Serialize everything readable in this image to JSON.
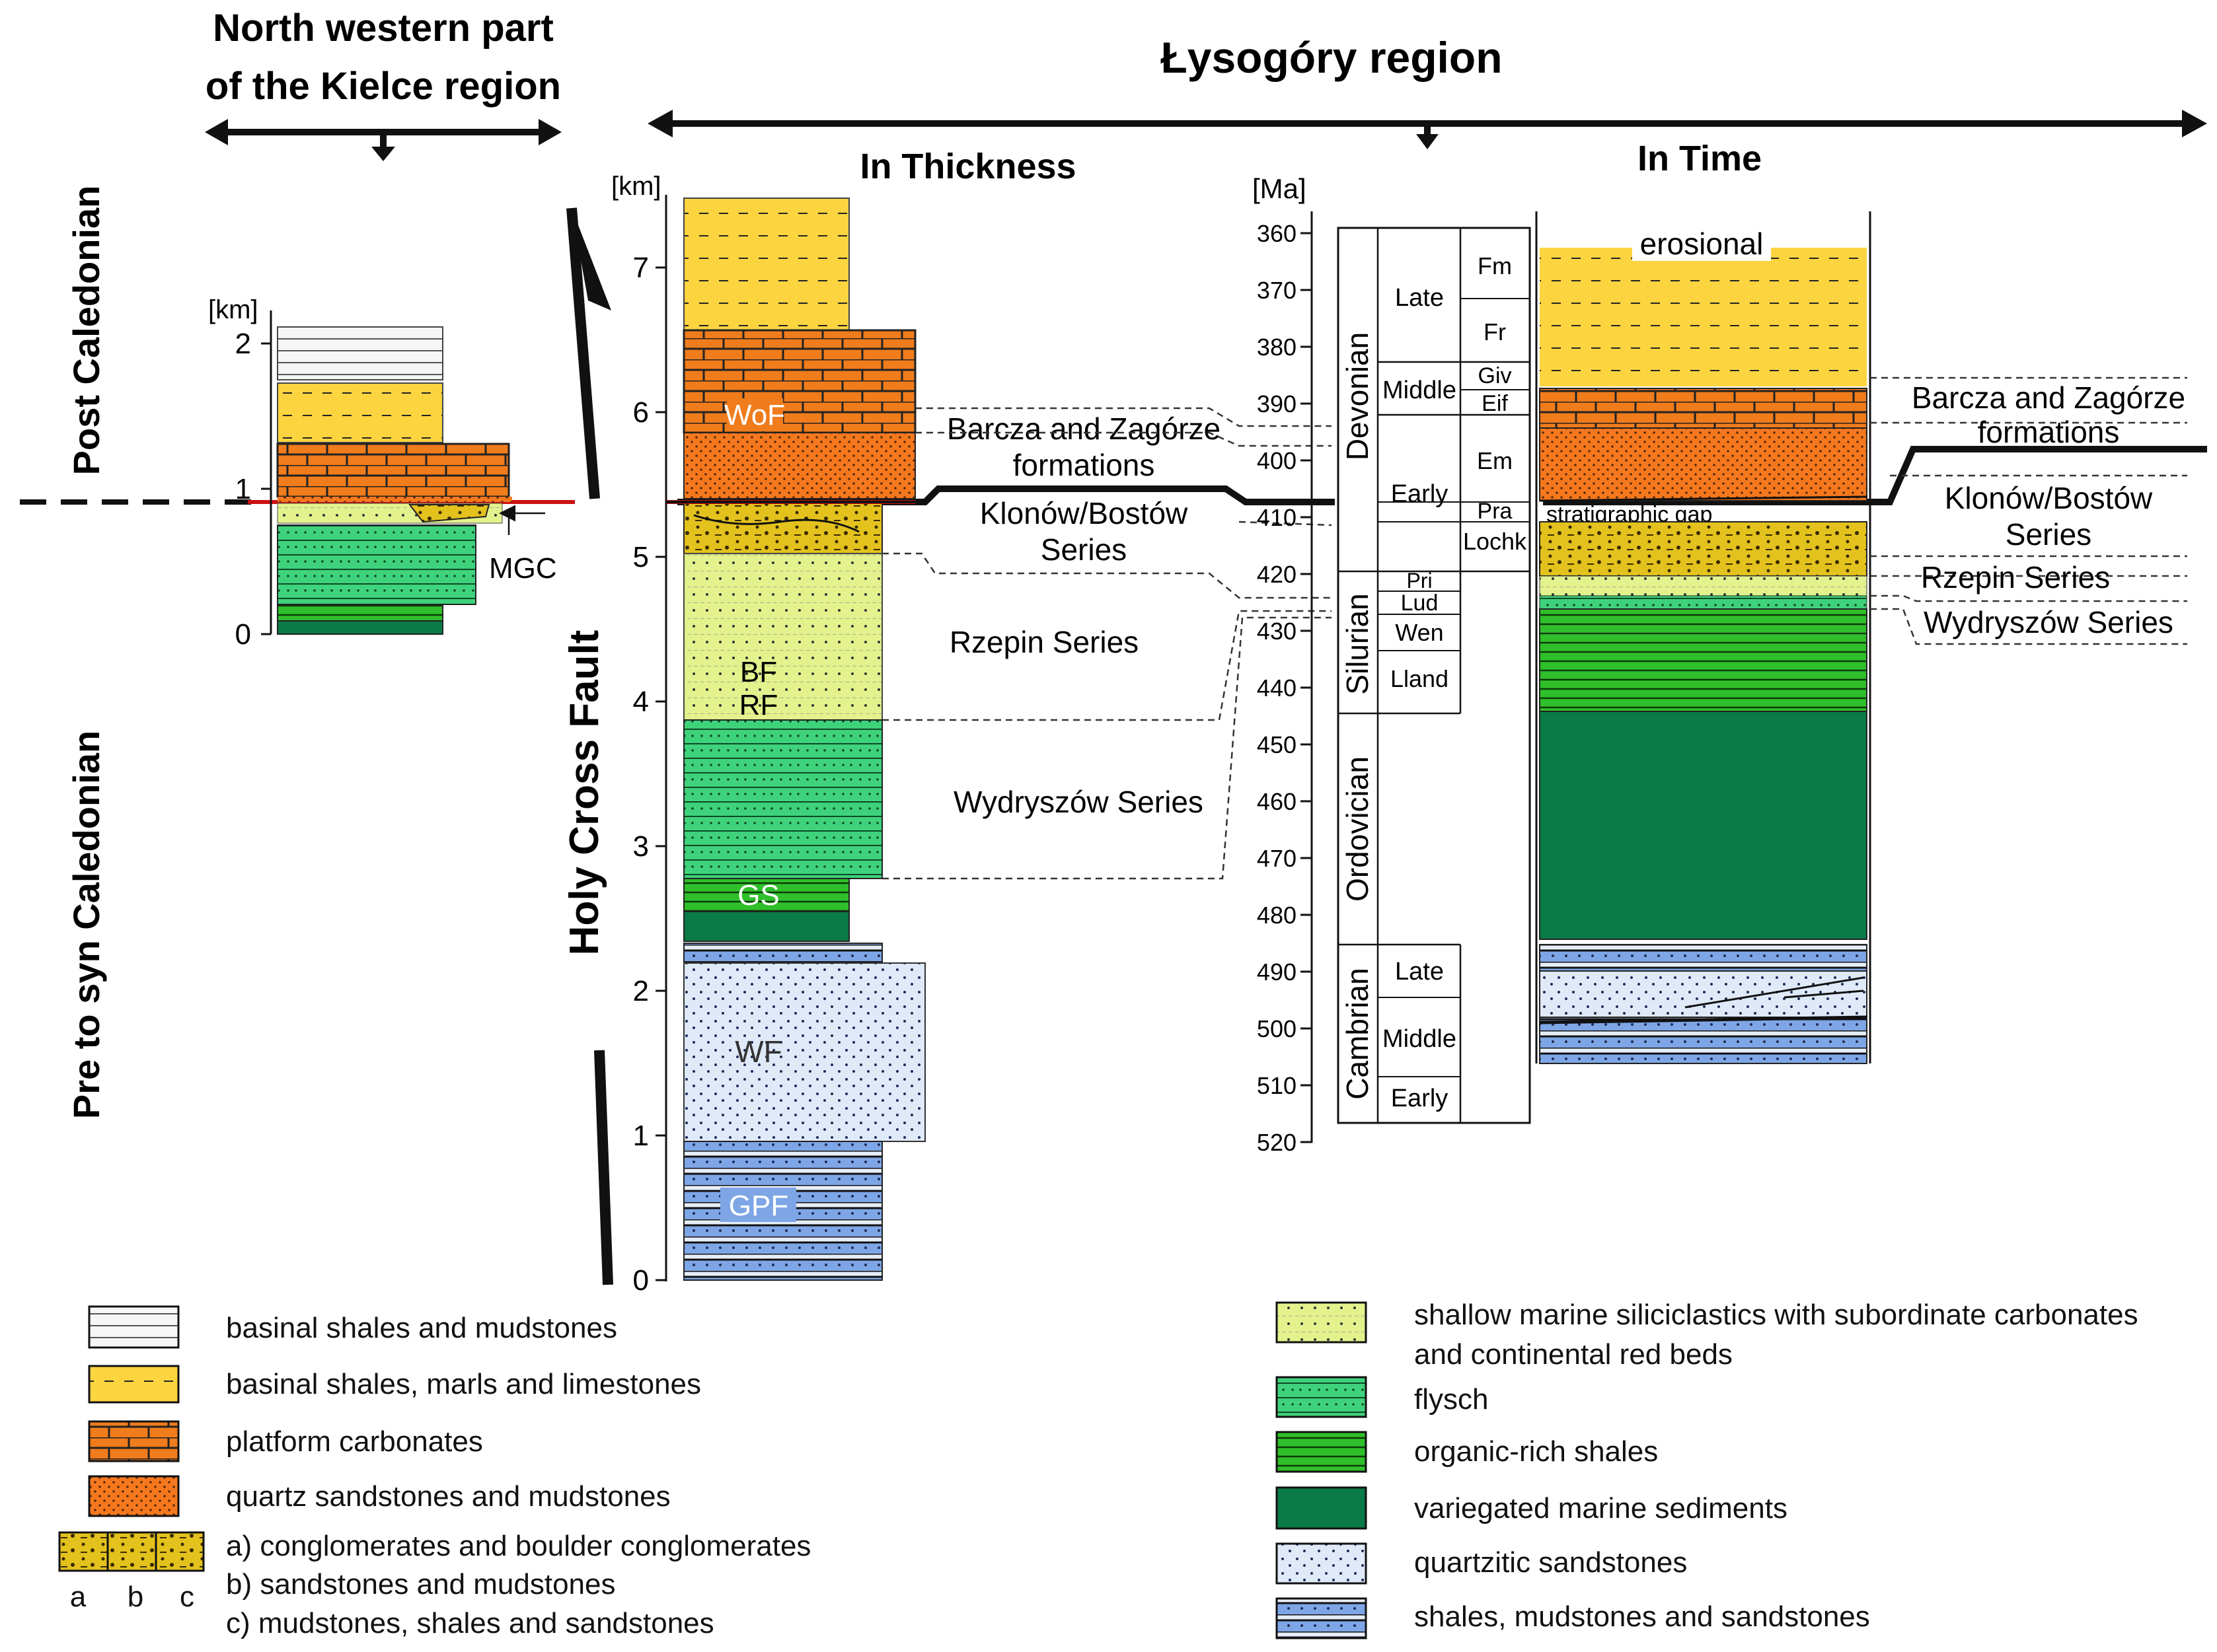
{
  "titles": {
    "kielce": [
      "North western part",
      "of the Kielce region"
    ],
    "lysogory": "Łysogóry region",
    "thickness": "In Thickness",
    "time": "In Time"
  },
  "side_labels": {
    "post": "Post Caledonian",
    "pre": "Pre to syn Caledonian",
    "fault": "Holy Cross Fault"
  },
  "axes": {
    "km_unit": "[km]",
    "ma_unit": "[Ma]",
    "kielce_ticks": [
      "0",
      "1",
      "2"
    ],
    "thickness_ticks": [
      "0",
      "1",
      "2",
      "3",
      "4",
      "5",
      "6",
      "7"
    ],
    "time_ticks": [
      "360",
      "370",
      "380",
      "390",
      "400",
      "410",
      "420",
      "430",
      "440",
      "450",
      "460",
      "470",
      "480",
      "490",
      "500",
      "510",
      "520"
    ]
  },
  "column_labels": {
    "MGC": "MGC",
    "WoF": "WoF",
    "BF": "BF",
    "RF": "RF",
    "GS": "GS",
    "WF": "WF",
    "GPF": "GPF"
  },
  "series_thickness": {
    "barcza": [
      "Barcza and Zagórze",
      "formations"
    ],
    "klonow": [
      "Klonów/Bostów",
      "Series"
    ],
    "rzepin": "Rzepin Series",
    "wydryszow": "Wydryszów Series"
  },
  "series_time": {
    "barcza": [
      "Barcza and Zagórze",
      "formations"
    ],
    "klonow": [
      "Klonów/Bostów",
      "Series"
    ],
    "rzepin": "Rzepin Series",
    "wydryszow": "Wydryszów Series",
    "erosional": "erosional",
    "gap": "stratigraphic gap"
  },
  "timescale": {
    "systems": [
      "Devonian",
      "Silurian",
      "Ordovician",
      "Cambrian"
    ],
    "devonian_epochs": [
      "Late",
      "Middle",
      "Early"
    ],
    "devonian_stages": [
      "Fm",
      "Fr",
      "Giv",
      "Eif",
      "Em",
      "Pra",
      "Lochk"
    ],
    "silurian_epochs": [
      "Pri",
      "Lud",
      "Wen",
      "Lland"
    ],
    "cambrian_epochs": [
      "Late",
      "Middle",
      "Early"
    ]
  },
  "legend_left": [
    {
      "key": "basinal_shales_mud",
      "text": "basinal shales and mudstones"
    },
    {
      "key": "basinal_marls",
      "text": "basinal shales, marls and limestones"
    },
    {
      "key": "platform",
      "text": "platform carbonates"
    },
    {
      "key": "quartz_sand",
      "text": "quartz sandstones and mudstones"
    },
    {
      "key": "conglomerates",
      "lines": [
        "a) conglomerates and boulder conglomerates",
        "b) sandstones and mudstones",
        "c) mudstones, shales and sandstones"
      ],
      "sublabels": [
        "a",
        "b",
        "c"
      ]
    }
  ],
  "legend_right": [
    {
      "key": "shallow",
      "lines": [
        "shallow marine siliciclastics with subordinate carbonates",
        "and continental red beds"
      ]
    },
    {
      "key": "flysch",
      "text": "flysch"
    },
    {
      "key": "organic",
      "text": "organic-rich shales"
    },
    {
      "key": "variegated",
      "text": "variegated marine sediments"
    },
    {
      "key": "quartzitic",
      "text": "quartzitic sandstones"
    },
    {
      "key": "shales_sand",
      "text": "shales, mudstones and sandstones"
    }
  ],
  "colors": {
    "basinal_shales_mud": "#f4f4f4",
    "basinal_marls": "#fbd440",
    "platform": "#f07c1c",
    "quartz_sand": "#f5781e",
    "conglomerate": "#e3c21e",
    "shallow": "#e3f28c",
    "flysch": "#3fd27c",
    "organic": "#2fbf2a",
    "variegated": "#0a7a47",
    "quartzitic": "#dfe9f8",
    "shales_sand": "#7ea6e6",
    "red_line": "#cc1111"
  }
}
